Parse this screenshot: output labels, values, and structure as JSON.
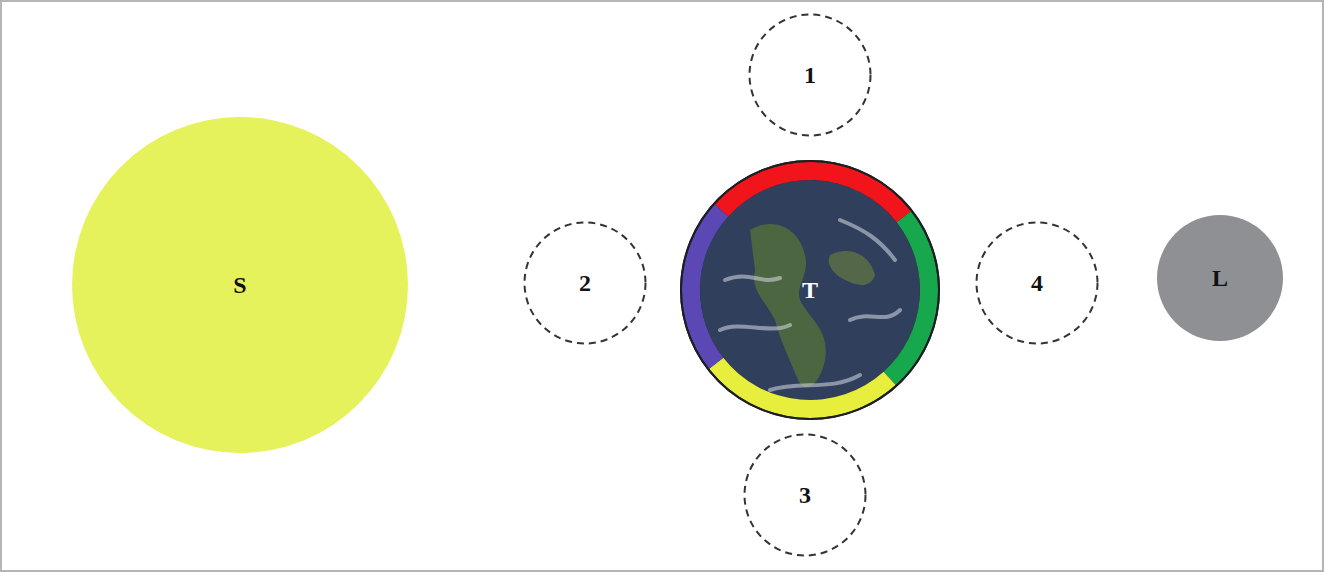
{
  "diagram": {
    "nodes": [
      {
        "text": [
          "1"
        ]
      },
      {
        "text": [
          "S"
        ]
      },
      {
        "text": [
          "2"
        ]
      },
      {
        "text": [
          "T"
        ]
      },
      {
        "text": [
          "4"
        ]
      },
      {
        "text": [
          "L"
        ]
      },
      {
        "text": [
          "3"
        ]
      }
    ]
  }
}
